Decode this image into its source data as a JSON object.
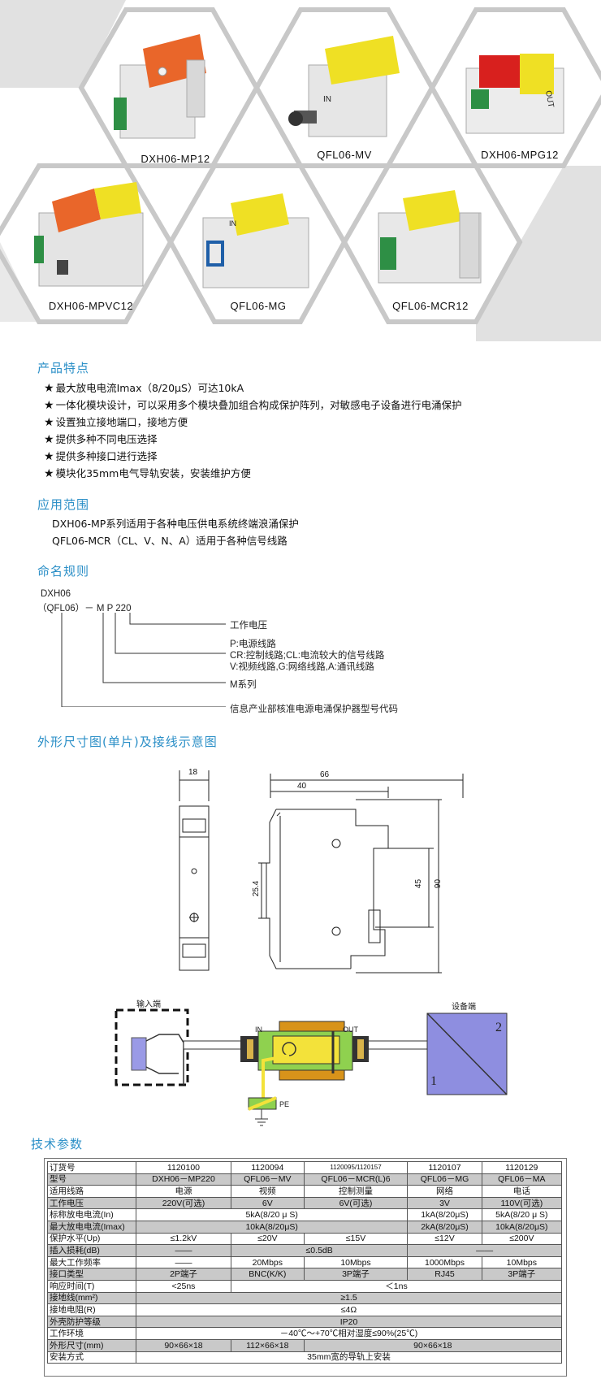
{
  "products": [
    {
      "label": "DXH06-MP12",
      "icon": "orange-module-product-icon"
    },
    {
      "label": "QFL06-MV",
      "icon": "yellow-bnc-module-product-icon"
    },
    {
      "label": "DXH06-MPG12",
      "icon": "red-yellow-module-product-icon"
    },
    {
      "label": "DXH06-MPVC12",
      "icon": "multi-module-product-icon"
    },
    {
      "label": "QFL06-MG",
      "icon": "yellow-rj45-module-product-icon"
    },
    {
      "label": "QFL06-MCR12",
      "icon": "yellow-terminal-module-product-icon"
    }
  ],
  "features": {
    "title": "产品特点",
    "star": "★",
    "items": [
      "最大放电电流Imax（8/20μS）可达10kA",
      "一体化模块设计，可以采用多个模块叠加组合构成保护阵列，对敏感电子设备进行电涌保护",
      "设置独立接地端口，接地方便",
      "提供多种不同电压选择",
      "提供多种接口进行选择",
      "模块化35mm电气导轨安装，安装维护方便"
    ]
  },
  "application": {
    "title": "应用范围",
    "items": [
      "DXH06-MP系列适用于各种电压供电系统终端浪涌保护",
      "QFL06-MCR（CL、V、N、A）适用于各种信号线路"
    ]
  },
  "naming": {
    "title": "命名规则",
    "code_line1": "DXH06",
    "code_line2": "（QFL06）－ M P 220",
    "desc_voltage": "工作电压",
    "desc_p": "P:电源线路",
    "desc_cr": "CR:控制线路;CL:电流较大的信号线路",
    "desc_v": "V:视频线路,G:网络线路,A:通讯线路",
    "desc_m": "M系列",
    "desc_code": "信息产业部核准电源电涌保护器型号代码"
  },
  "drawing": {
    "title": "外形尺寸图(单片)及接线示意图",
    "dim_18": "18",
    "dim_66": "66",
    "dim_40": "40",
    "dim_25_4": "25.4",
    "dim_45": "45",
    "dim_90": "90",
    "input_label": "输入端",
    "device_label": "设备端",
    "in_label": "IN",
    "out_label": "OUT",
    "pe_label": "PE",
    "num_1": "1",
    "num_2": "2",
    "colors": {
      "device_box": "#8e8ee0",
      "input_plug": "#9a9ae6",
      "module_yellow": "#f3e23a",
      "module_green": "#8fd14f",
      "module_orange": "#d8931a"
    }
  },
  "spec": {
    "title": "技术参数",
    "rows": [
      {
        "style": "w",
        "label": "订货号",
        "cells": [
          {
            "t": "1120100",
            "s": 1
          },
          {
            "t": "1120094",
            "s": 1
          },
          {
            "t": "1120095/1120157",
            "s": 1,
            "small": true
          },
          {
            "t": "1120107",
            "s": 1
          },
          {
            "t": "1120129",
            "s": 1
          }
        ]
      },
      {
        "style": "g",
        "label": "型号",
        "cells": [
          {
            "t": "DXH06－MP220",
            "s": 1
          },
          {
            "t": "QFL06－MV",
            "s": 1
          },
          {
            "t": "QFL06－MCR(L)6",
            "s": 1
          },
          {
            "t": "QFL06－MG",
            "s": 1
          },
          {
            "t": "QFL06－MA",
            "s": 1
          }
        ]
      },
      {
        "style": "w",
        "label": "适用线路",
        "cells": [
          {
            "t": "电源",
            "s": 1
          },
          {
            "t": "视频",
            "s": 1
          },
          {
            "t": "控制测量",
            "s": 1
          },
          {
            "t": "网络",
            "s": 1
          },
          {
            "t": "电话",
            "s": 1
          }
        ]
      },
      {
        "style": "g",
        "label": "工作电压",
        "cells": [
          {
            "t": "220V(可选)",
            "s": 1
          },
          {
            "t": "6V",
            "s": 1
          },
          {
            "t": "6V(可选)",
            "s": 1
          },
          {
            "t": "3V",
            "s": 1
          },
          {
            "t": "110V(可选)",
            "s": 1
          }
        ]
      },
      {
        "style": "w",
        "label": "标称放电电流(In)",
        "cells": [
          {
            "t": "5kA(8/20 μ S)",
            "s": 3
          },
          {
            "t": "1kA(8/20μS)",
            "s": 1
          },
          {
            "t": "5kA(8/20 μ S)",
            "s": 1
          }
        ]
      },
      {
        "style": "g",
        "label": "最大放电电流(Imax)",
        "cells": [
          {
            "t": "10kA(8/20μS)",
            "s": 3
          },
          {
            "t": "2kA(8/20μS)",
            "s": 1
          },
          {
            "t": "10kA(8/20μS)",
            "s": 1
          }
        ]
      },
      {
        "style": "w",
        "label": "保护水平(Up)",
        "cells": [
          {
            "t": "≤1.2kV",
            "s": 1
          },
          {
            "t": "≤20V",
            "s": 1
          },
          {
            "t": "≤15V",
            "s": 1
          },
          {
            "t": "≤12V",
            "s": 1
          },
          {
            "t": "≤200V",
            "s": 1
          }
        ]
      },
      {
        "style": "g",
        "label": "插入损耗(dB)",
        "cells": [
          {
            "t": "——",
            "s": 1
          },
          {
            "t": "≤0.5dB",
            "s": 2
          },
          {
            "t": "——",
            "s": 2
          }
        ]
      },
      {
        "style": "w",
        "label": "最大工作频率",
        "cells": [
          {
            "t": "——",
            "s": 1
          },
          {
            "t": "20Mbps",
            "s": 1
          },
          {
            "t": "10Mbps",
            "s": 1
          },
          {
            "t": "1000Mbps",
            "s": 1
          },
          {
            "t": "10Mbps",
            "s": 1
          }
        ]
      },
      {
        "style": "g",
        "label": "接口类型",
        "cells": [
          {
            "t": "2P端子",
            "s": 1
          },
          {
            "t": "BNC(K/K)",
            "s": 1
          },
          {
            "t": "3P端子",
            "s": 1
          },
          {
            "t": "RJ45",
            "s": 1
          },
          {
            "t": "3P端子",
            "s": 1
          }
        ]
      },
      {
        "style": "w",
        "label": "响应时间(T)",
        "cells": [
          {
            "t": "<25ns",
            "s": 1
          },
          {
            "t": "＜1ns",
            "s": 4
          }
        ]
      },
      {
        "style": "g",
        "label": "接地线(mm²)",
        "cells": [
          {
            "t": "≥1.5",
            "s": 5
          }
        ]
      },
      {
        "style": "w",
        "label": "接地电阻(R)",
        "cells": [
          {
            "t": "≤4Ω",
            "s": 5
          }
        ]
      },
      {
        "style": "g",
        "label": "外壳防护等级",
        "cells": [
          {
            "t": "IP20",
            "s": 5
          }
        ]
      },
      {
        "style": "w",
        "label": "工作环境",
        "cells": [
          {
            "t": "－40℃～+70℃相对湿度≤90%(25℃)",
            "s": 5
          }
        ]
      },
      {
        "style": "g",
        "label": "外形尺寸(mm)",
        "cells": [
          {
            "t": "90×66×18",
            "s": 1
          },
          {
            "t": "112×66×18",
            "s": 1
          },
          {
            "t": "90×66×18",
            "s": 3
          }
        ]
      },
      {
        "style": "w",
        "label": "安装方式",
        "cells": [
          {
            "t": "35mm宽的导轨上安装",
            "s": 5
          }
        ]
      }
    ]
  }
}
